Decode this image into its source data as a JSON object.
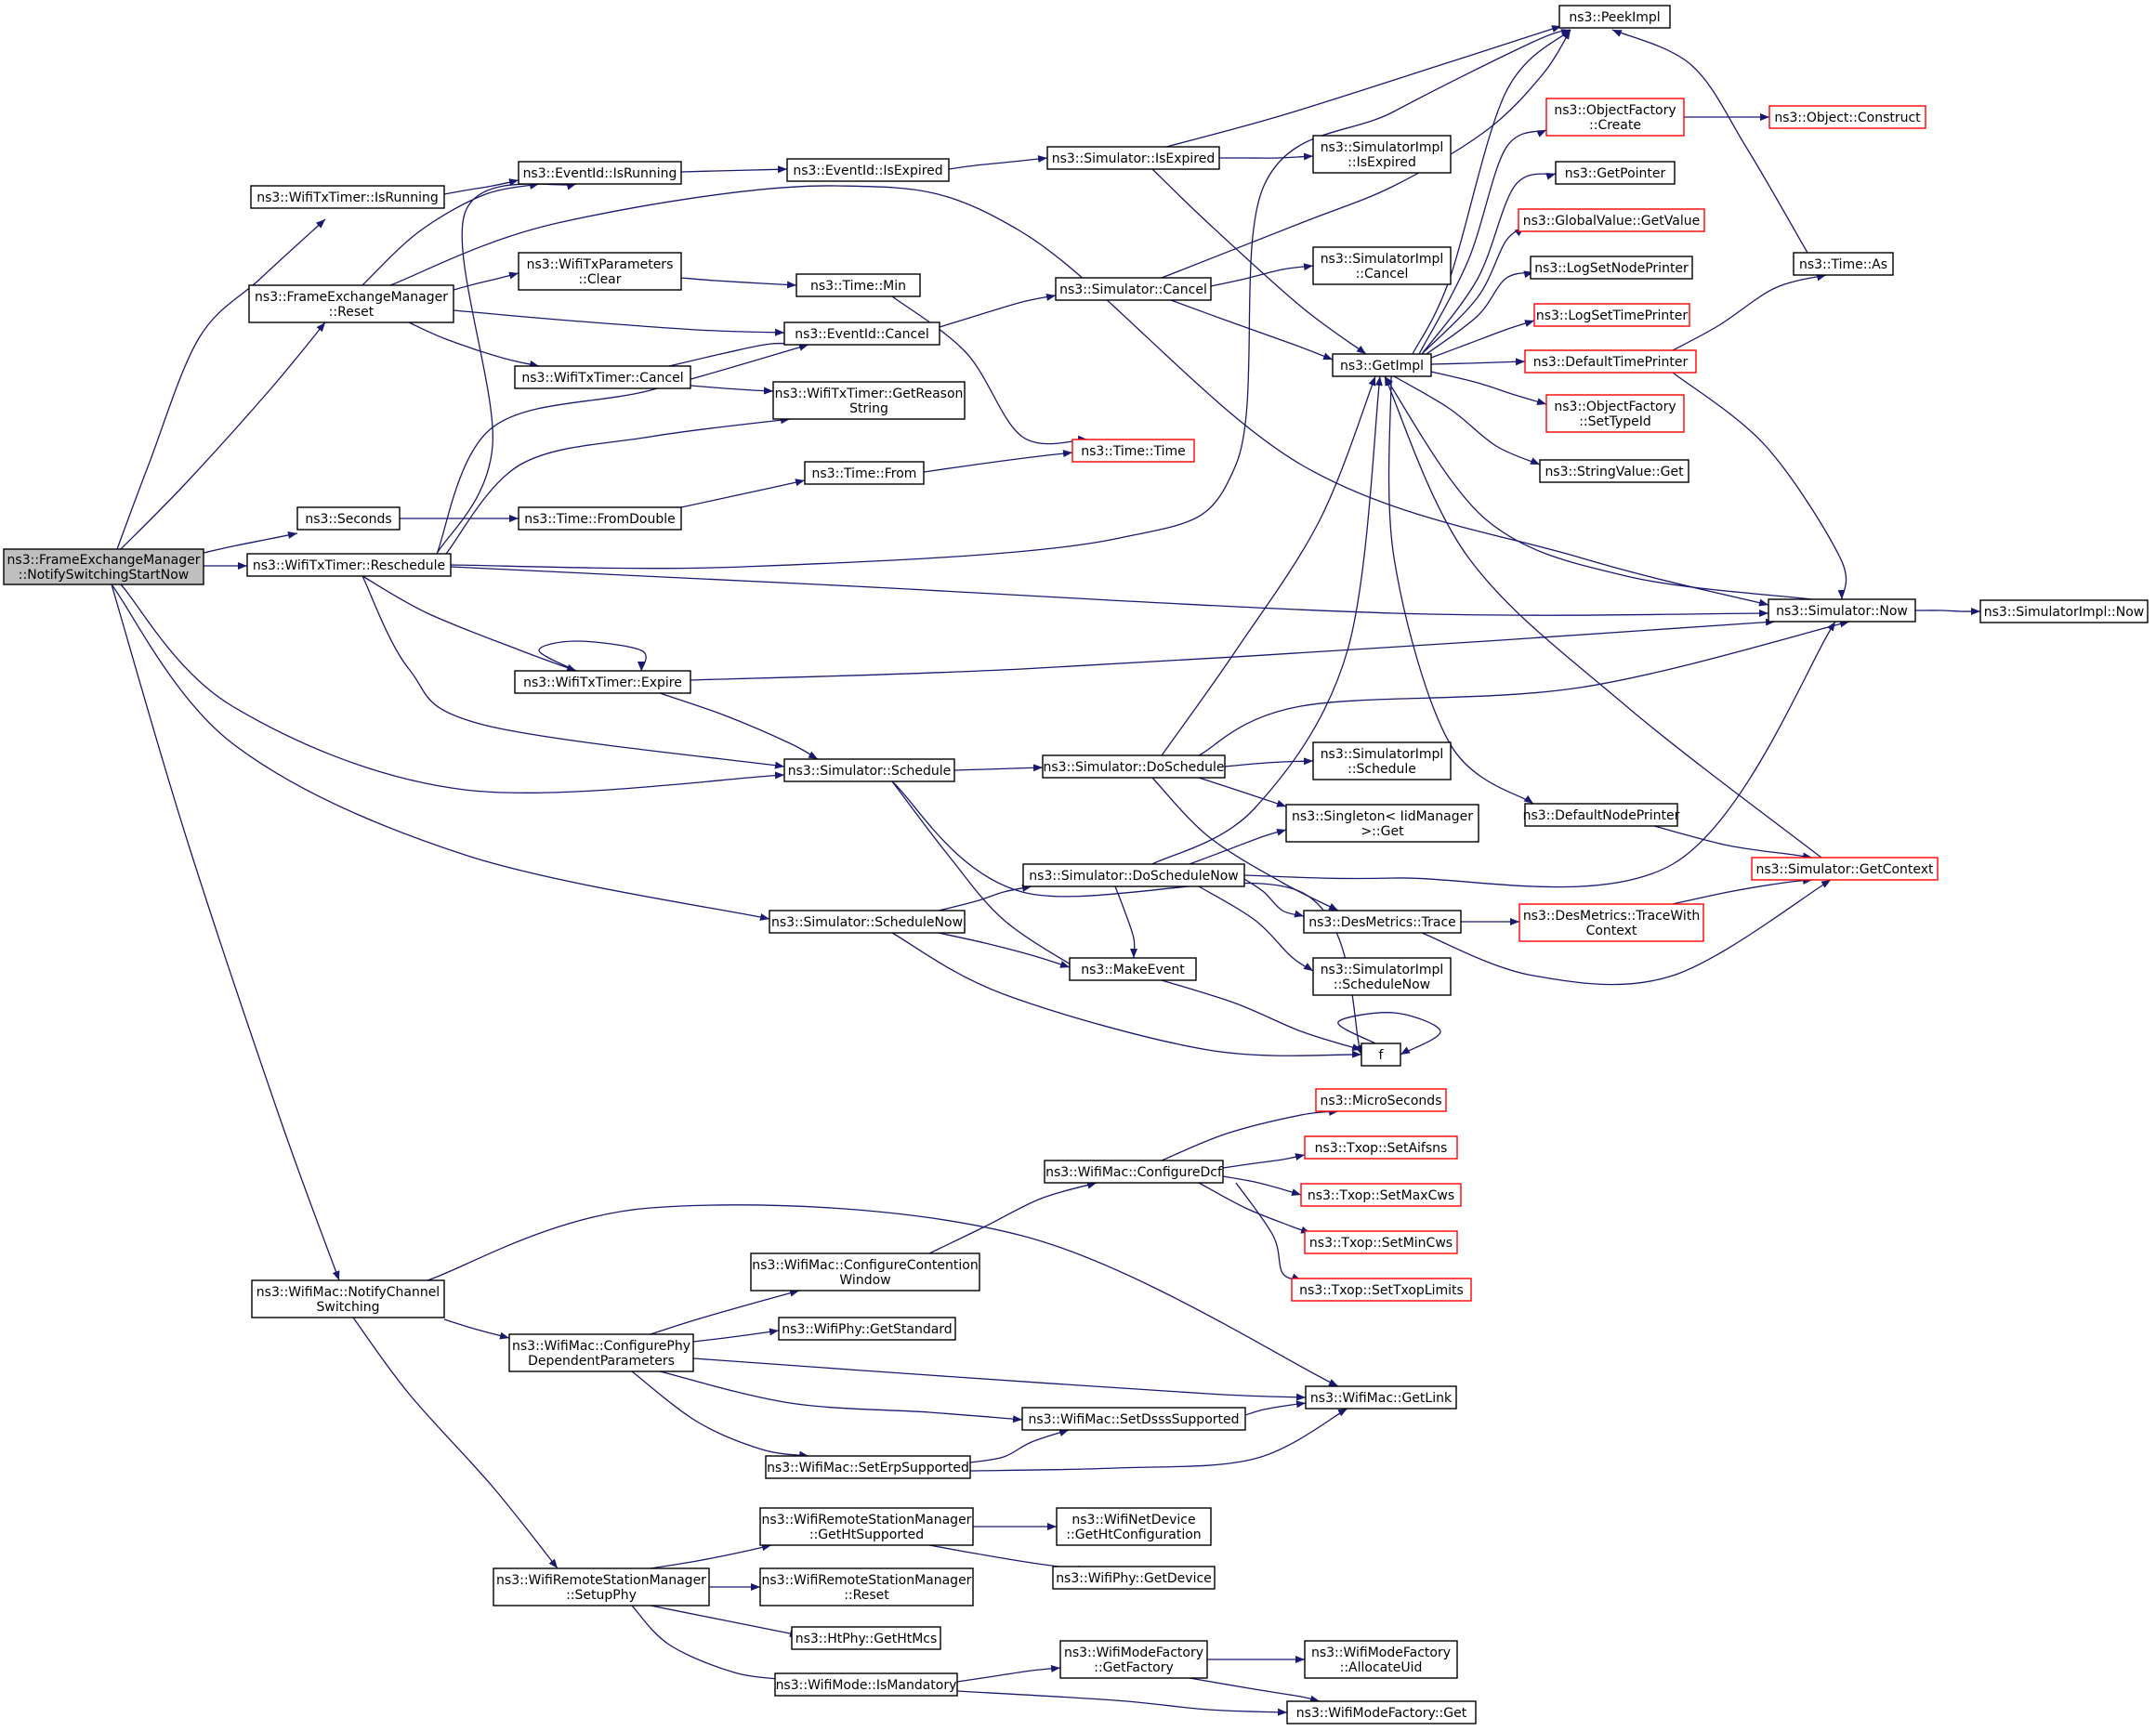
{
  "colors": {
    "edge": "#191970",
    "box_border": "#000000",
    "external_border": "#ff0000",
    "root_fill": "#bfbfbf",
    "box_fill": "#ffffff"
  },
  "nodes": {
    "n0": {
      "lines": [
        "ns3::FrameExchangeManager",
        "::NotifySwitchingStartNow"
      ],
      "root": true
    },
    "n1": {
      "lines": [
        "ns3::WifiTxTimer::IsRunning"
      ]
    },
    "n2": {
      "lines": [
        "ns3::EventId::IsRunning"
      ]
    },
    "n3": {
      "lines": [
        "ns3::EventId::IsExpired"
      ]
    },
    "n4": {
      "lines": [
        "ns3::Simulator::IsExpired"
      ]
    },
    "n5": {
      "lines": [
        "ns3::PeekImpl"
      ]
    },
    "n6": {
      "lines": [
        "ns3::SimulatorImpl",
        "::IsExpired"
      ]
    },
    "n7": {
      "lines": [
        "ns3::GetImpl"
      ]
    },
    "n8": {
      "lines": [
        "ns3::ObjectFactory",
        "::Create"
      ],
      "external": true
    },
    "n9": {
      "lines": [
        "ns3::Object::Construct"
      ],
      "external": true
    },
    "n10": {
      "lines": [
        "ns3::GetPointer"
      ]
    },
    "n11": {
      "lines": [
        "ns3::GlobalValue::GetValue"
      ],
      "external": true
    },
    "n12": {
      "lines": [
        "ns3::LogSetNodePrinter"
      ]
    },
    "n13": {
      "lines": [
        "ns3::LogSetTimePrinter"
      ],
      "external": true
    },
    "n14": {
      "lines": [
        "ns3::DefaultTimePrinter"
      ],
      "external": true
    },
    "n15": {
      "lines": [
        "ns3::Time::As"
      ]
    },
    "n16": {
      "lines": [
        "ns3::ObjectFactory",
        "::SetTypeId"
      ],
      "external": true
    },
    "n17": {
      "lines": [
        "ns3::StringValue::Get"
      ]
    },
    "n18": {
      "lines": [
        "ns3::Simulator::Now"
      ]
    },
    "n19": {
      "lines": [
        "ns3::SimulatorImpl::Now"
      ]
    },
    "n20": {
      "lines": [
        "ns3::DefaultNodePrinter"
      ]
    },
    "n21": {
      "lines": [
        "ns3::Simulator::GetContext"
      ],
      "external": true
    },
    "n22": {
      "lines": [
        "ns3::FrameExchangeManager",
        "::Reset"
      ]
    },
    "n23": {
      "lines": [
        "ns3::WifiTxParameters",
        "::Clear"
      ]
    },
    "n24": {
      "lines": [
        "ns3::Time::Min"
      ]
    },
    "n25": {
      "lines": [
        "ns3::Time::Time"
      ],
      "external": true
    },
    "n26": {
      "lines": [
        "ns3::EventId::Cancel"
      ]
    },
    "n27": {
      "lines": [
        "ns3::Simulator::Cancel"
      ]
    },
    "n28": {
      "lines": [
        "ns3::SimulatorImpl",
        "::Cancel"
      ]
    },
    "n29": {
      "lines": [
        "ns3::WifiTxTimer::Cancel"
      ]
    },
    "n30": {
      "lines": [
        "ns3::WifiTxTimer::GetReason",
        "String"
      ]
    },
    "n31": {
      "lines": [
        "ns3::Seconds"
      ]
    },
    "n32": {
      "lines": [
        "ns3::Time::FromDouble"
      ]
    },
    "n33": {
      "lines": [
        "ns3::Time::From"
      ]
    },
    "n34": {
      "lines": [
        "ns3::WifiTxTimer::Reschedule"
      ]
    },
    "n35": {
      "lines": [
        "ns3::WifiTxTimer::Expire"
      ]
    },
    "n36": {
      "lines": [
        "ns3::Simulator::Schedule"
      ]
    },
    "n37": {
      "lines": [
        "ns3::Simulator::DoSchedule"
      ]
    },
    "n38": {
      "lines": [
        "ns3::SimulatorImpl",
        "::Schedule"
      ]
    },
    "n39": {
      "lines": [
        "ns3::Singleton< IidManager",
        " >::Get"
      ]
    },
    "n40": {
      "lines": [
        "ns3::DesMetrics::Trace"
      ]
    },
    "n41": {
      "lines": [
        "ns3::DesMetrics::TraceWith",
        "Context"
      ],
      "external": true
    },
    "n42": {
      "lines": [
        "ns3::Simulator::DoScheduleNow"
      ]
    },
    "n43": {
      "lines": [
        "ns3::SimulatorImpl",
        "::ScheduleNow"
      ]
    },
    "n44": {
      "lines": [
        "ns3::Simulator::ScheduleNow"
      ]
    },
    "n45": {
      "lines": [
        "ns3::MakeEvent"
      ]
    },
    "n46": {
      "lines": [
        "f"
      ]
    },
    "n47": {
      "lines": [
        "ns3::MicroSeconds"
      ],
      "external": true
    },
    "n48": {
      "lines": [
        "ns3::WifiMac::ConfigureDcf"
      ]
    },
    "n49": {
      "lines": [
        "ns3::Txop::SetAifsns"
      ],
      "external": true
    },
    "n50": {
      "lines": [
        "ns3::Txop::SetMaxCws"
      ],
      "external": true
    },
    "n51": {
      "lines": [
        "ns3::Txop::SetMinCws"
      ],
      "external": true
    },
    "n52": {
      "lines": [
        "ns3::Txop::SetTxopLimits"
      ],
      "external": true
    },
    "n53": {
      "lines": [
        "ns3::WifiMac::ConfigureContention",
        "Window"
      ]
    },
    "n54": {
      "lines": [
        "ns3::WifiMac::NotifyChannel",
        "Switching"
      ]
    },
    "n55": {
      "lines": [
        "ns3::WifiMac::ConfigurePhy",
        "DependentParameters"
      ]
    },
    "n56": {
      "lines": [
        "ns3::WifiPhy::GetStandard"
      ]
    },
    "n57": {
      "lines": [
        "ns3::WifiMac::GetLink"
      ]
    },
    "n58": {
      "lines": [
        "ns3::WifiMac::SetDsssSupported"
      ]
    },
    "n59": {
      "lines": [
        "ns3::WifiMac::SetErpSupported"
      ]
    },
    "n60": {
      "lines": [
        "ns3::WifiRemoteStationManager",
        "::GetHtSupported"
      ]
    },
    "n61": {
      "lines": [
        "ns3::WifiNetDevice",
        "::GetHtConfiguration"
      ]
    },
    "n62": {
      "lines": [
        "ns3::WifiPhy::GetDevice"
      ]
    },
    "n63": {
      "lines": [
        "ns3::WifiRemoteStationManager",
        "::SetupPhy"
      ]
    },
    "n64": {
      "lines": [
        "ns3::WifiRemoteStationManager",
        "::Reset"
      ]
    },
    "n65": {
      "lines": [
        "ns3::HtPhy::GetHtMcs"
      ]
    },
    "n66": {
      "lines": [
        "ns3::WifiMode::IsMandatory"
      ]
    },
    "n67": {
      "lines": [
        "ns3::WifiModeFactory",
        "::GetFactory"
      ]
    },
    "n68": {
      "lines": [
        "ns3::WifiModeFactory",
        "::AllocateUid"
      ]
    },
    "n69": {
      "lines": [
        "ns3::WifiModeFactory::Get"
      ]
    }
  }
}
